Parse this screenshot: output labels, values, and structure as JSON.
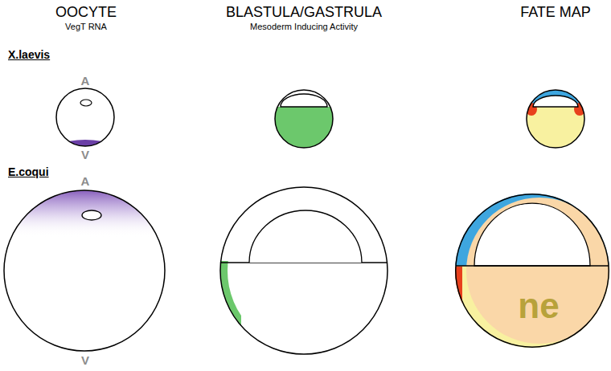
{
  "diagram": {
    "nodes": [
      {
        "text": [
          "ne"
        ]
      }
    ],
    "labels": [
      "OOCYTE",
      "VegT RNA",
      "BLASTULA/GASTRULA",
      "Mesoderm Inducing Activity",
      "FATE MAP",
      "X.laevis",
      "A",
      "V",
      "E.coqui",
      "A",
      "V"
    ]
  }
}
